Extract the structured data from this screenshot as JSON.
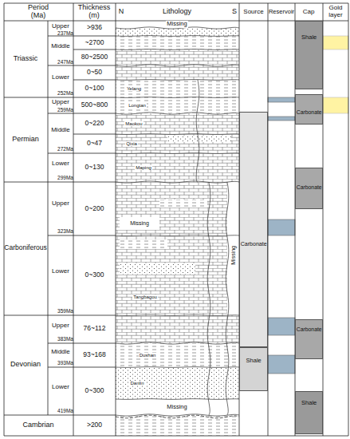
{
  "diagram": {
    "nodes": [
      {
        "text": [
          "Shale"
        ]
      },
      {
        "text": [
          "Carbonate"
        ]
      },
      {
        "text": [
          "Carbonate"
        ]
      },
      {
        "text": [
          "Carbonate"
        ]
      },
      {
        "text": [
          "Carbonate"
        ]
      },
      {
        "text": [
          "Shale"
        ]
      },
      {
        "text": [
          "Shale"
        ]
      }
    ],
    "labels": [
      "Period (Ma)",
      "Thickness (m)",
      "N",
      "Lithology",
      "S",
      "Source",
      "Reservoir",
      "Cap",
      "Gold layer",
      "Triassic",
      "Upper",
      "237Ma",
      "Middle",
      "247Ma",
      "Lower",
      "252Ma",
      "Permian",
      "Upper",
      "259Ma",
      "Middle",
      "272Ma",
      "Lower",
      "299Ma",
      "Carboniferous",
      "Upper",
      "323Ma",
      "Lower",
      "359Ma",
      "Devonian",
      "Upper",
      "383Ma",
      "Middle",
      "393Ma",
      "Lower",
      "419Ma",
      "Cambrian",
      ">936",
      "~2700",
      "80~2500",
      "0~50",
      "0~100",
      "500~800",
      "0~220",
      "0~47",
      "0~130",
      "0~200",
      "0~300",
      "76~112",
      "93~168",
      "0~300",
      ">200",
      "Missing",
      "Missing",
      "Missing",
      "Missing",
      "Yelang",
      "Longtan",
      "Maokou",
      "Qixia",
      "Maping",
      "Tangbagou",
      "Dushan",
      "Danlin"
    ]
  }
}
